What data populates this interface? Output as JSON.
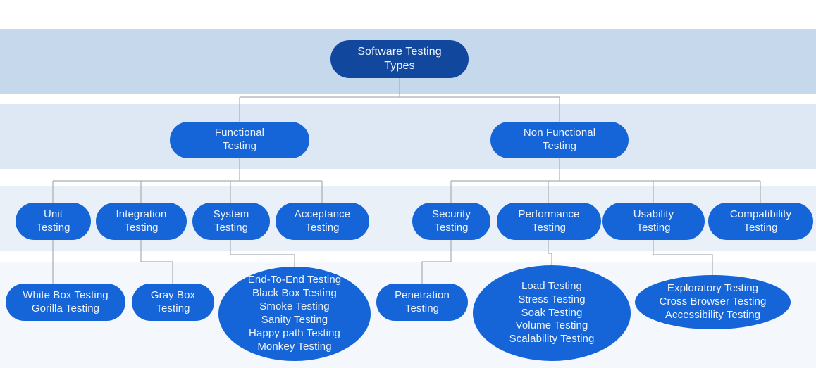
{
  "diagram": {
    "title": "Software Testing Types",
    "type": "hierarchy-tree",
    "colors": {
      "root_fill": "#12479e",
      "node_fill": "#1565d8",
      "node_text": "#eef3fb",
      "connector": "#a9adb3",
      "band_1": "#c6d9ec",
      "band_2": "#dde8f4",
      "band_3": "#e9f0f7",
      "band_4": "#f4f8fc",
      "page_background": "#ffffff"
    },
    "levels": [
      {
        "index": 0,
        "name": "root"
      },
      {
        "index": 1,
        "name": "testing-category"
      },
      {
        "index": 2,
        "name": "testing-type"
      },
      {
        "index": 3,
        "name": "testing-subtype"
      }
    ],
    "nodes": {
      "root": "Software Testing\nTypes",
      "functional": "Functional\nTesting",
      "non_functional": "Non Functional\nTesting",
      "unit": "Unit\nTesting",
      "integration": "Integration\nTesting",
      "system": "System\nTesting",
      "acceptance": "Acceptance\nTesting",
      "security": "Security\nTesting",
      "performance": "Performance\nTesting",
      "usability": "Usability\nTesting",
      "compatibility": "Compatibility\nTesting",
      "unit_leaf": "White Box Testing\nGorilla Testing",
      "integration_leaf": "Gray Box\nTesting",
      "system_leaf": "End-To-End Testing\nBlack Box Testing\nSmoke Testing\nSanity Testing\nHappy path Testing\nMonkey Testing",
      "security_leaf": "Penetration\nTesting",
      "performance_leaf": "Load Testing\nStress Testing\nSoak Testing\nVolume Testing\nScalability Testing",
      "usability_leaf": "Exploratory Testing\nCross Browser Testing\nAccessibility Testing"
    }
  }
}
